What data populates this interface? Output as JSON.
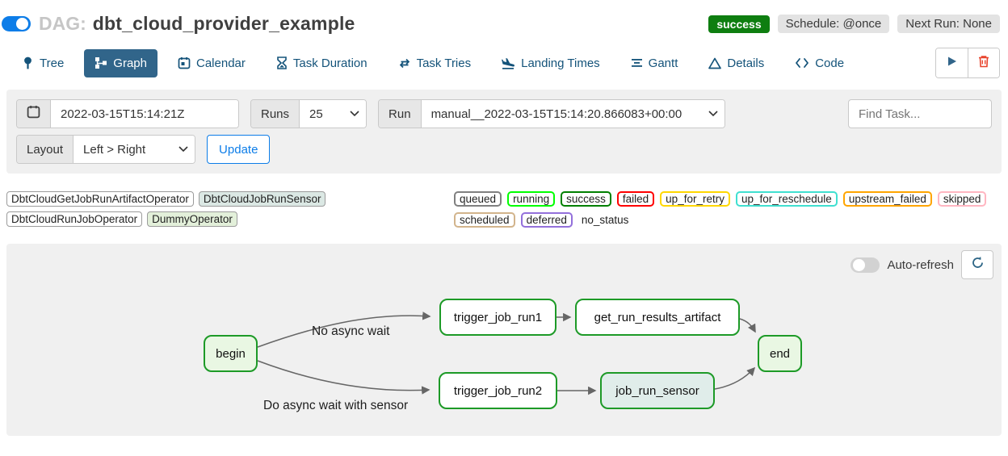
{
  "header": {
    "dag_prefix": "DAG:",
    "dag_title": "dbt_cloud_provider_example",
    "status_badge": "success",
    "schedule_badge": "Schedule: @once",
    "next_run_badge": "Next Run: None"
  },
  "tabs": [
    {
      "label": "Tree",
      "active": false
    },
    {
      "label": "Graph",
      "active": true
    },
    {
      "label": "Calendar",
      "active": false
    },
    {
      "label": "Task Duration",
      "active": false
    },
    {
      "label": "Task Tries",
      "active": false
    },
    {
      "label": "Landing Times",
      "active": false
    },
    {
      "label": "Gantt",
      "active": false
    },
    {
      "label": "Details",
      "active": false
    },
    {
      "label": "Code",
      "active": false
    }
  ],
  "filters": {
    "base_date_value": "2022-03-15T15:14:21Z",
    "runs_label": "Runs",
    "runs_value": "25",
    "run_label": "Run",
    "run_value": "manual__2022-03-15T15:14:20.866083+00:00",
    "find_task_placeholder": "Find Task...",
    "layout_label": "Layout",
    "layout_value": "Left > Right",
    "update_label": "Update"
  },
  "legend": {
    "operators": [
      {
        "label": "DbtCloudGetJobRunArtifactOperator",
        "bg": "#ffffff"
      },
      {
        "label": "DbtCloudJobRunSensor",
        "bg": "#dbe8e4"
      },
      {
        "label": "DbtCloudRunJobOperator",
        "bg": "#ffffff"
      },
      {
        "label": "DummyOperator",
        "bg": "#e3f0da"
      }
    ],
    "statuses": [
      {
        "label": "queued",
        "border": "#808080"
      },
      {
        "label": "running",
        "border": "#00ff00"
      },
      {
        "label": "success",
        "border": "#008000"
      },
      {
        "label": "failed",
        "border": "#ff0000"
      },
      {
        "label": "up_for_retry",
        "border": "#ffd700"
      },
      {
        "label": "up_for_reschedule",
        "border": "#40e0d0"
      },
      {
        "label": "upstream_failed",
        "border": "#ffa500"
      },
      {
        "label": "skipped",
        "border": "#ffb6c1"
      },
      {
        "label": "scheduled",
        "border": "#d2b48c"
      },
      {
        "label": "deferred",
        "border": "#9370db"
      }
    ],
    "no_status_label": "no_status"
  },
  "graph": {
    "auto_refresh_label": "Auto-refresh",
    "nodes": [
      {
        "label": "begin"
      },
      {
        "label": "trigger_job_run1"
      },
      {
        "label": "get_run_results_artifact"
      },
      {
        "label": "end"
      },
      {
        "label": "trigger_job_run2"
      },
      {
        "label": "job_run_sensor"
      }
    ],
    "edge_labels": [
      {
        "text": "No async wait"
      },
      {
        "text": "Do async wait with sensor"
      }
    ]
  },
  "colors": {
    "accent_blue": "#0d7de8",
    "tab_active_bg": "#31658a",
    "tab_text": "#14537a",
    "success_badge_bg": "#0e7e10",
    "gray_badge_bg": "#e3e3e3",
    "node_border_success": "#1d9a27",
    "dummy_operator_fill": "#e9f7e3",
    "sensor_fill": "#e0edea",
    "panel_bg": "#f0f0f0",
    "edge_stroke": "#666666",
    "trash_red": "#e8432c"
  }
}
